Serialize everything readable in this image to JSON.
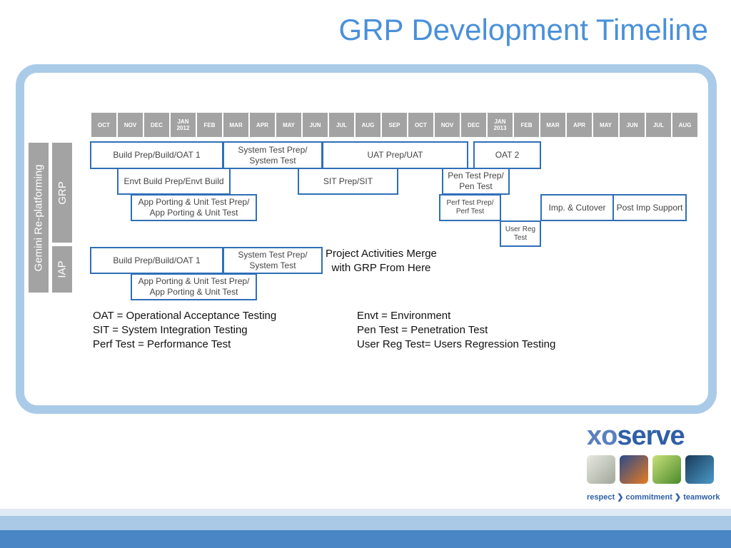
{
  "title": "GRP Development Timeline",
  "months": [
    {
      "label": "OCT"
    },
    {
      "label": "NOV"
    },
    {
      "label": "DEC"
    },
    {
      "label": "JAN 2012"
    },
    {
      "label": "FEB"
    },
    {
      "label": "MAR"
    },
    {
      "label": "APR"
    },
    {
      "label": "MAY"
    },
    {
      "label": "JUN"
    },
    {
      "label": "JUL"
    },
    {
      "label": "AUG"
    },
    {
      "label": "SEP"
    },
    {
      "label": "OCT"
    },
    {
      "label": "NOV"
    },
    {
      "label": "DEC"
    },
    {
      "label": "JAN 2013"
    },
    {
      "label": "FEB"
    },
    {
      "label": "MAR"
    },
    {
      "label": "APR"
    },
    {
      "label": "MAY"
    },
    {
      "label": "JUN"
    },
    {
      "label": "JUL"
    },
    {
      "label": "AUG"
    }
  ],
  "labels": {
    "programme": "Gemini Re-platforming",
    "grp": "GRP",
    "iap": "IAP"
  },
  "grp": {
    "build": "Build Prep/Build/OAT 1",
    "system_test": "System Test Prep/ System Test",
    "uat": "UAT Prep/UAT",
    "oat2": "OAT 2",
    "envt_build": "Envt Build Prep/Envt Build",
    "sit": "SIT Prep/SIT",
    "pen_test": "Pen Test Prep/ Pen Test",
    "app_porting": "App Porting & Unit Test Prep/ App Porting & Unit Test",
    "perf_test": "Perf Test Prep/ Perf Test",
    "imp_cutover": "Imp. & Cutover",
    "post_imp": "Post Imp Support",
    "user_reg": "User Reg Test"
  },
  "iap": {
    "build": "Build Prep/Build/OAT 1",
    "system_test": "System Test Prep/ System Test",
    "app_porting": "App Porting & Unit Test Prep/ App Porting & Unit Test"
  },
  "merge_note": {
    "line1": "Project Activities Merge",
    "line2": "with GRP From Here"
  },
  "legend": {
    "left": [
      "OAT = Operational Acceptance Testing",
      "SIT = System Integration Testing",
      "Perf Test = Performance Test"
    ],
    "right": [
      "Envt = Environment",
      "Pen Test = Penetration Test",
      "User Reg Test= Users Regression Testing"
    ]
  },
  "brand": {
    "logo_prefix": "x",
    "logo_mark": "o",
    "logo_suffix": "serve",
    "tagline": "respect ❯ commitment ❯ teamwork",
    "thumb_icons": [
      "document-icon",
      "flame-icon",
      "leaf-icon",
      "circuit-icon"
    ]
  },
  "colors": {
    "title": "#4a90d9",
    "box_border": "#2f6fb8",
    "month_fill": "#a3a3a3",
    "panel_border": "#a9cbe8"
  }
}
